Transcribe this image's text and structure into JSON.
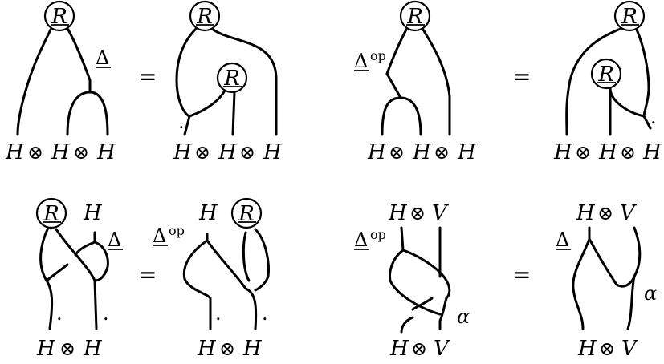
{
  "symbols": {
    "R": "R",
    "delta": "Δ",
    "op": "op",
    "eq": "=",
    "dot": ".",
    "alpha": "α",
    "otimes": "⊗"
  },
  "labels": {
    "H": "H",
    "V": "V"
  }
}
